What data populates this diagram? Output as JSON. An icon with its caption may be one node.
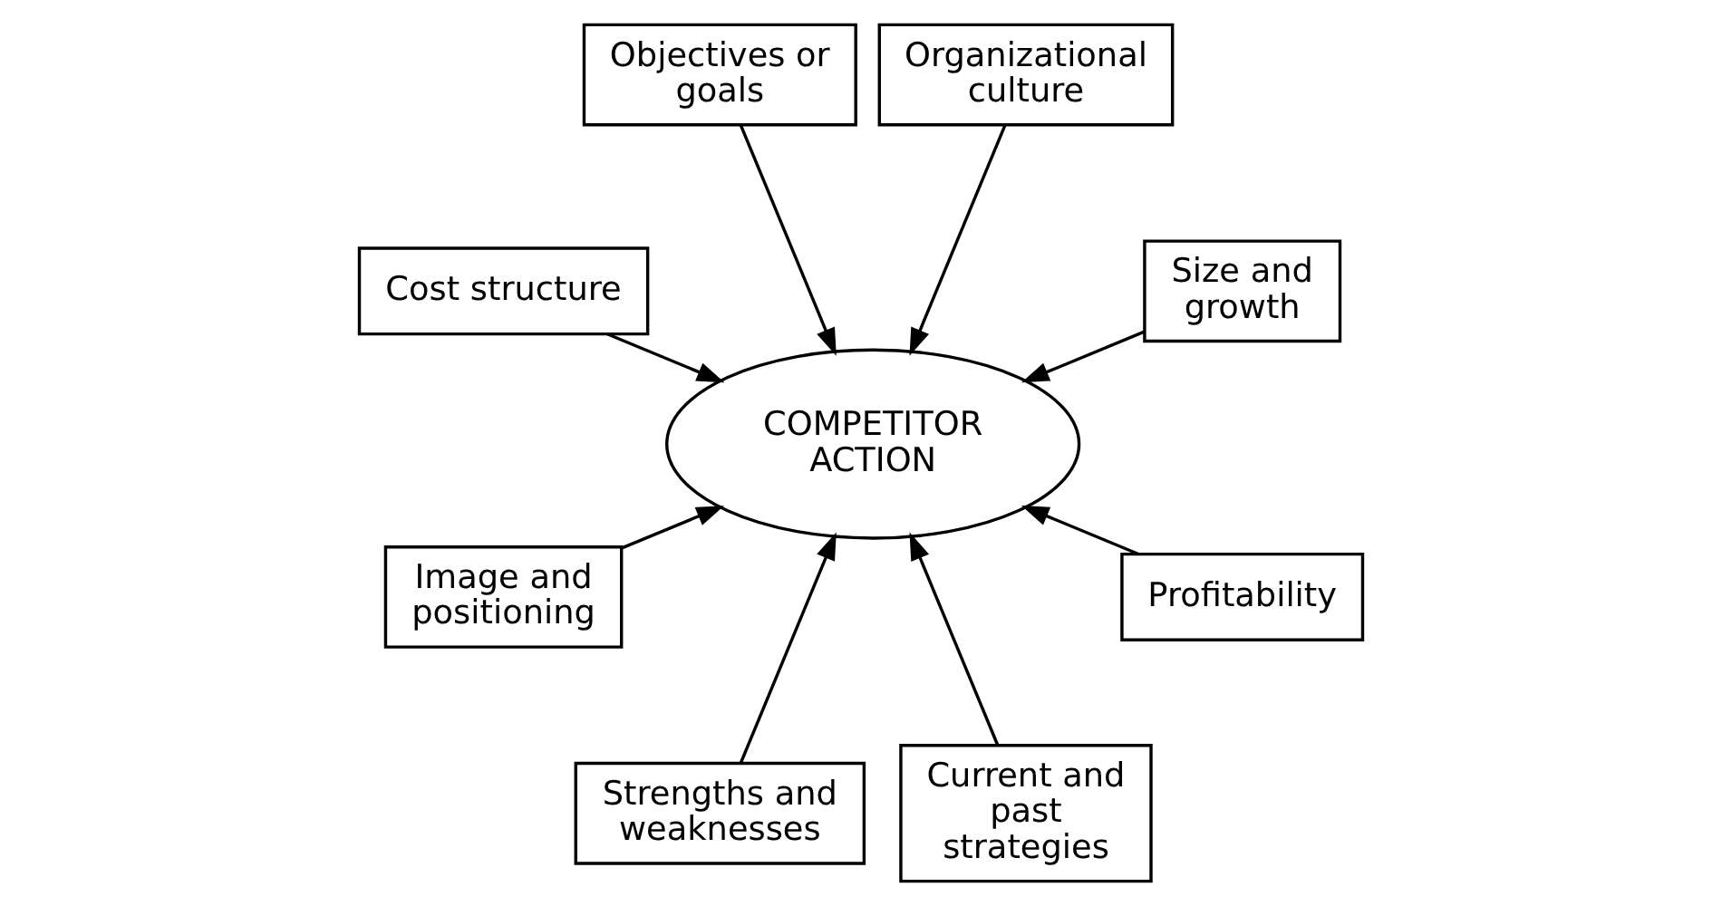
{
  "diagram": {
    "nodes": [
      {
        "text": [
          "Size and growth"
        ]
      },
      {
        "text": [
          "Organizational culture"
        ]
      },
      {
        "text": [
          "Objectives or goals"
        ]
      },
      {
        "text": [
          "COMPETITOR ACTION"
        ]
      },
      {
        "text": [
          "Cost structure"
        ]
      },
      {
        "text": [
          "Image and positioning"
        ]
      },
      {
        "text": [
          "Strengths and weaknesses"
        ]
      },
      {
        "text": [
          "Current and past strategies"
        ]
      },
      {
        "text": [
          "Profitability"
        ]
      }
    ],
    "edges": [
      {
        "from": 0,
        "to": 3,
        "arrow": "to"
      },
      {
        "from": 1,
        "to": 3,
        "arrow": "to"
      },
      {
        "from": 2,
        "to": 3,
        "arrow": "to"
      },
      {
        "from": 4,
        "to": 3,
        "arrow": "to"
      },
      {
        "from": 5,
        "to": 3,
        "arrow": "to"
      },
      {
        "from": 6,
        "to": 3,
        "arrow": "to"
      },
      {
        "from": 7,
        "to": 3,
        "arrow": "to"
      },
      {
        "from": 8,
        "to": 3,
        "arrow": "to"
      }
    ]
  }
}
